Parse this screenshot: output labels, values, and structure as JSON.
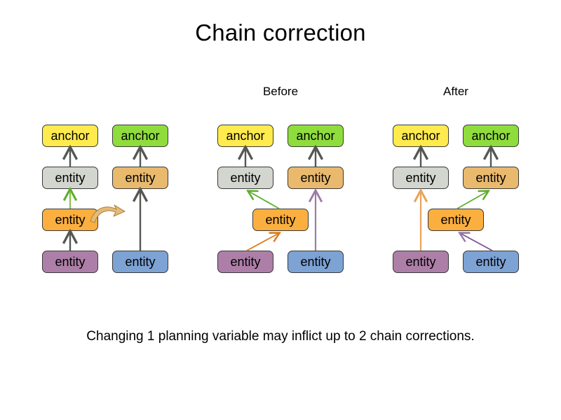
{
  "slide": {
    "title": "Chain correction",
    "caption": "Changing 1 planning variable may inflict up to 2 chain corrections.",
    "background_color": "#ffffff"
  },
  "labels": {
    "before": "Before",
    "after": "After"
  },
  "colors": {
    "anchor_yellow": "#ffeb4d",
    "anchor_green": "#8fdd3c",
    "entity_gray": "#d3d5cf",
    "entity_tan": "#e9b96e",
    "entity_orange": "#fbaf3f",
    "entity_purple": "#ad7fa8",
    "entity_blue": "#7da2d4",
    "edge_dark": "#555753",
    "edge_green": "#5fae2e",
    "edge_orange": "#e07b1e",
    "edge_purple": "#9b7ba8",
    "edge_light_orange": "#e9a45a",
    "move_arrow": "#e3bb7a",
    "move_arrow_outline": "#a9762f"
  },
  "panels": [
    {
      "id": "initial",
      "label": "",
      "nodes": [
        {
          "id": "p1-anchor-left",
          "text": "anchor",
          "color": "anchor_yellow"
        },
        {
          "id": "p1-anchor-right",
          "text": "anchor",
          "color": "anchor_green"
        },
        {
          "id": "p1-entity-gray",
          "text": "entity",
          "color": "entity_gray"
        },
        {
          "id": "p1-entity-tan",
          "text": "entity",
          "color": "entity_tan"
        },
        {
          "id": "p1-entity-orange",
          "text": "entity",
          "color": "entity_orange"
        },
        {
          "id": "p1-entity-purple",
          "text": "entity",
          "color": "entity_purple"
        },
        {
          "id": "p1-entity-blue",
          "text": "entity",
          "color": "entity_blue"
        }
      ]
    },
    {
      "id": "before",
      "label": "Before",
      "nodes": [
        {
          "id": "p2-anchor-left",
          "text": "anchor",
          "color": "anchor_yellow"
        },
        {
          "id": "p2-anchor-right",
          "text": "anchor",
          "color": "anchor_green"
        },
        {
          "id": "p2-entity-gray",
          "text": "entity",
          "color": "entity_gray"
        },
        {
          "id": "p2-entity-tan",
          "text": "entity",
          "color": "entity_tan"
        },
        {
          "id": "p2-entity-orange",
          "text": "entity",
          "color": "entity_orange"
        },
        {
          "id": "p2-entity-purple",
          "text": "entity",
          "color": "entity_purple"
        },
        {
          "id": "p2-entity-blue",
          "text": "entity",
          "color": "entity_blue"
        }
      ]
    },
    {
      "id": "after",
      "label": "After",
      "nodes": [
        {
          "id": "p3-anchor-left",
          "text": "anchor",
          "color": "anchor_yellow"
        },
        {
          "id": "p3-anchor-right",
          "text": "anchor",
          "color": "anchor_green"
        },
        {
          "id": "p3-entity-gray",
          "text": "entity",
          "color": "entity_gray"
        },
        {
          "id": "p3-entity-tan",
          "text": "entity",
          "color": "entity_tan"
        },
        {
          "id": "p3-entity-orange",
          "text": "entity",
          "color": "entity_orange"
        },
        {
          "id": "p3-entity-purple",
          "text": "entity",
          "color": "entity_purple"
        },
        {
          "id": "p3-entity-blue",
          "text": "entity",
          "color": "entity_blue"
        }
      ]
    }
  ]
}
